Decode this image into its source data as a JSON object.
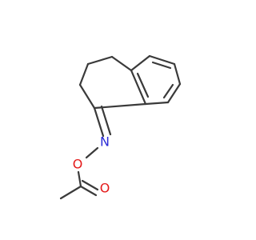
{
  "molecule": {
    "colors": {
      "bond": "#3a3a3a",
      "nitrogen": "#2b2bd6",
      "oxygen": "#e41a1a"
    },
    "atoms": {
      "n1": "N",
      "o1": "O",
      "o2": "O"
    }
  }
}
